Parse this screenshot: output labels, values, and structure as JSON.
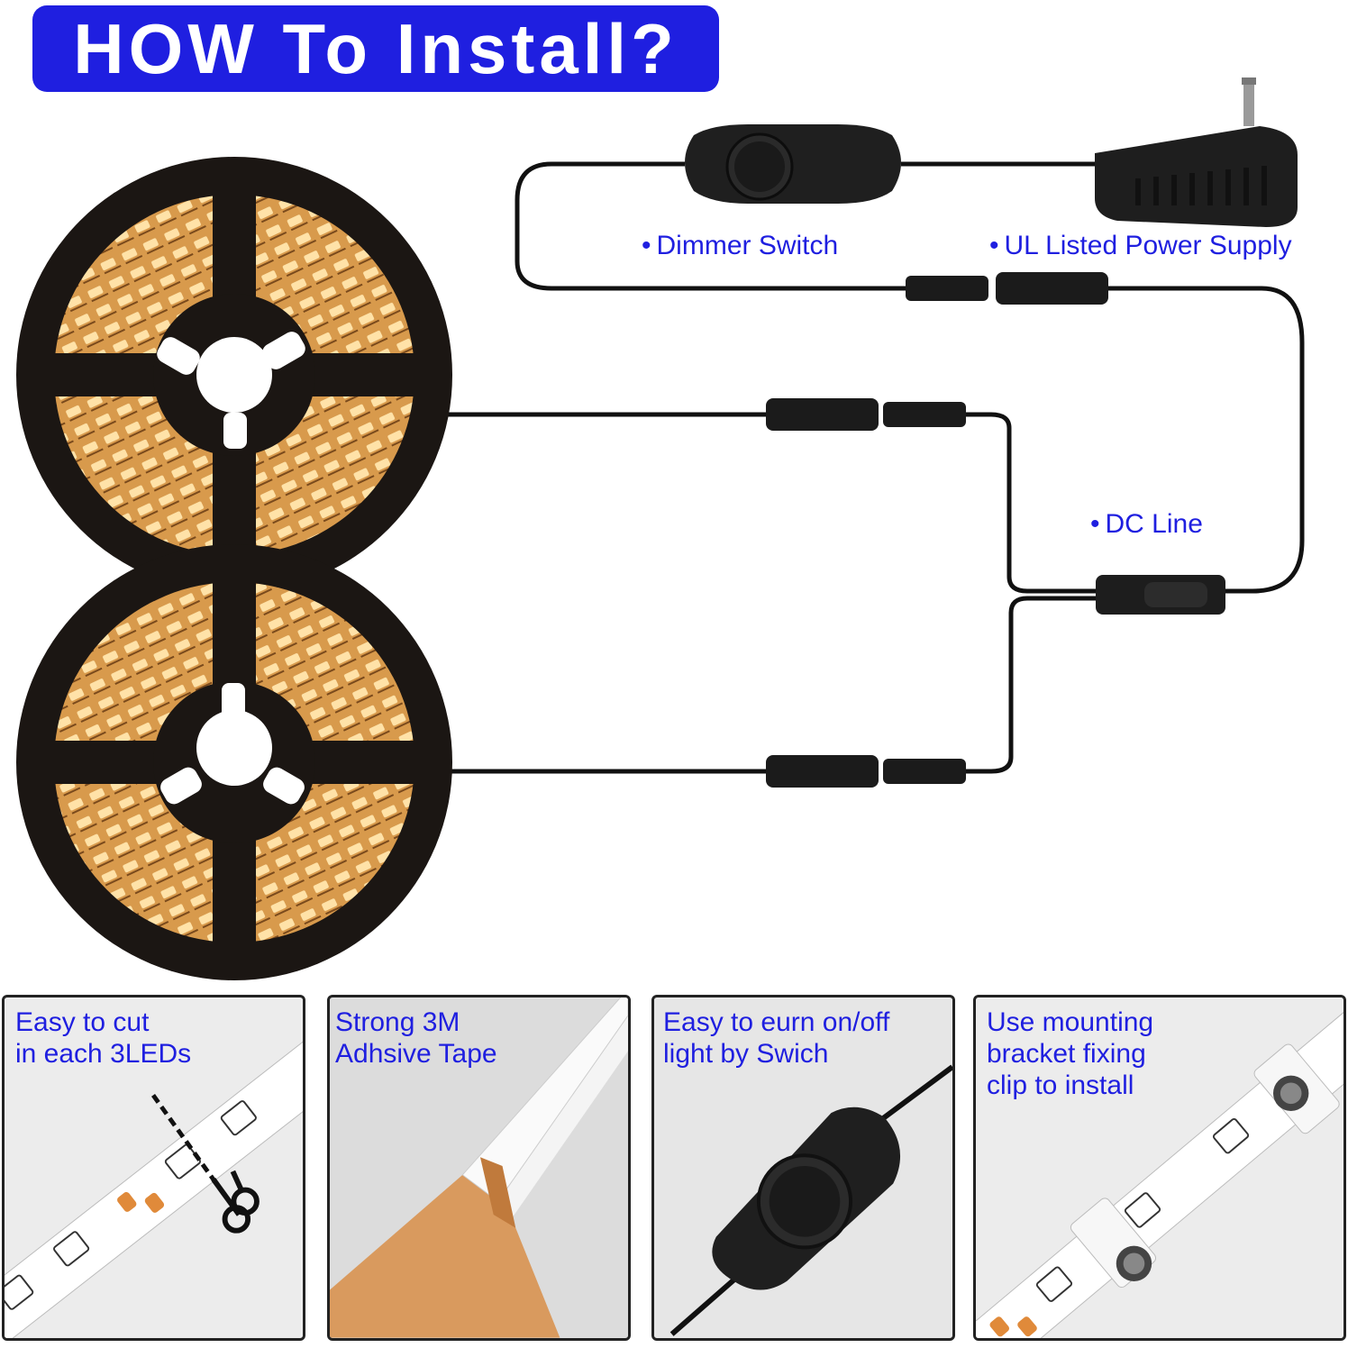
{
  "title": "HOW To Install?",
  "callouts": {
    "dimmer": "Dimmer Switch",
    "power": "UL Listed Power Supply",
    "dc_line": "DC Line",
    "bullet": "•"
  },
  "panels": [
    {
      "lines": [
        "Easy to cut",
        "in each 3LEDs"
      ],
      "icon": "scissors-icon"
    },
    {
      "lines": [
        "Strong 3M",
        "Adhsive Tape"
      ]
    },
    {
      "lines": [
        "Easy to eurn on/off",
        "light by Swich"
      ]
    },
    {
      "lines": [
        "Use mounting",
        "bracket fixing",
        "clip to install"
      ]
    }
  ],
  "colors": {
    "title_bg": "#1f1fe0",
    "title_text": "#ffffff",
    "callout_text": "#1f1fe0",
    "led_glow": "#f0b060",
    "reel": "#1a1512",
    "cable": "#111111"
  }
}
